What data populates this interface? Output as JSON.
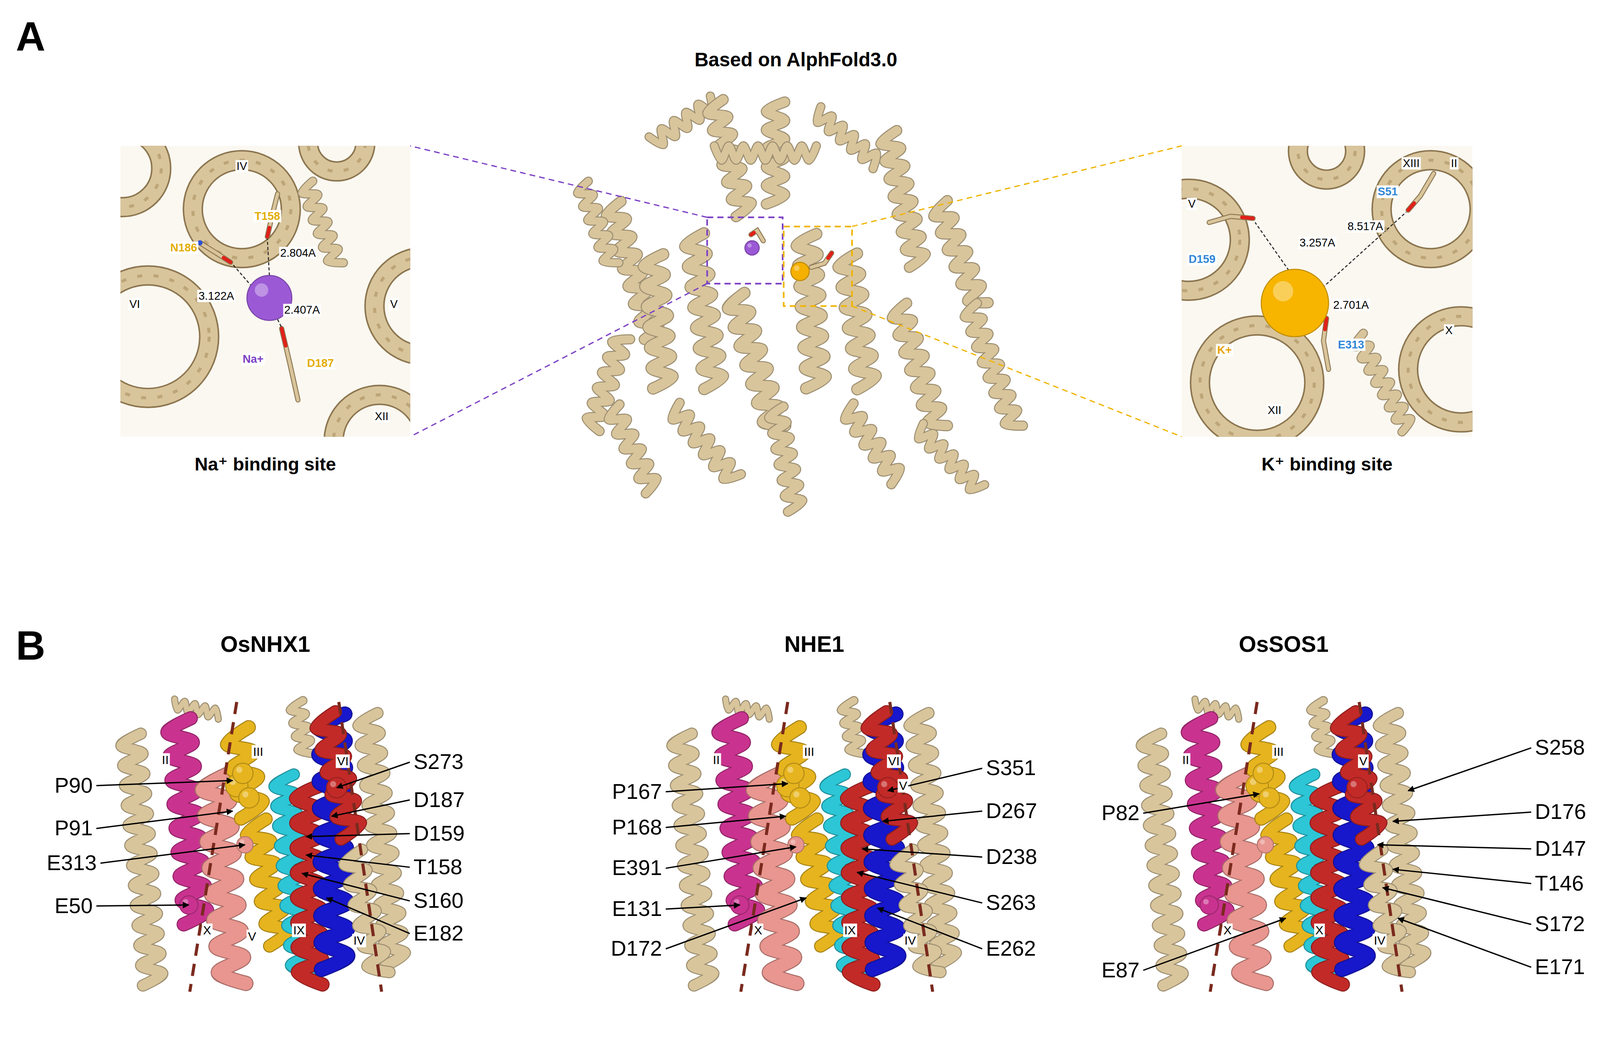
{
  "diagram": {
    "nodes": [
      {
        "text": [
          "Based on AlphFold3.0"
        ]
      },
      {
        "text": [
          "Na⁺ binding site"
        ]
      },
      {
        "text": [
          "K⁺ binding site"
        ]
      },
      {
        "text": [
          "OsNHX1"
        ]
      },
      {
        "text": [
          "NHE1"
        ]
      },
      {
        "text": [
          "OsSOS1"
        ]
      }
    ],
    "edges": [
      {
        "from": 0,
        "to": 1,
        "arrow": "none"
      },
      {
        "from": 0,
        "to": 2,
        "arrow": "none"
      }
    ],
    "labels": [
      "A",
      "IV",
      "T158",
      "N186",
      "2.804A",
      "3.122A",
      "VI",
      "V",
      "2.407A",
      "Na+",
      "D187",
      "XII",
      "XIII",
      "II",
      "S51",
      "V",
      "D159",
      "3.257A",
      "8.517A",
      "2.701A",
      "K+",
      "E313",
      "XII",
      "X",
      "B",
      "II",
      "III",
      "VI",
      "X",
      "V",
      "IX",
      "IV",
      "P90",
      "P91",
      "E313",
      "E50",
      "S273",
      "D187",
      "D159",
      "T158",
      "S160",
      "E182",
      "II",
      "III",
      "VI",
      "V",
      "IV",
      "X",
      "IX",
      "P167",
      "P168",
      "E391",
      "E131",
      "D172",
      "S351",
      "D267",
      "D238",
      "S263",
      "E262",
      "II",
      "III",
      "V",
      "IV",
      "X",
      "X",
      "P82",
      "E87",
      "S258",
      "D176",
      "D147",
      "T146",
      "S172",
      "E171"
    ]
  }
}
